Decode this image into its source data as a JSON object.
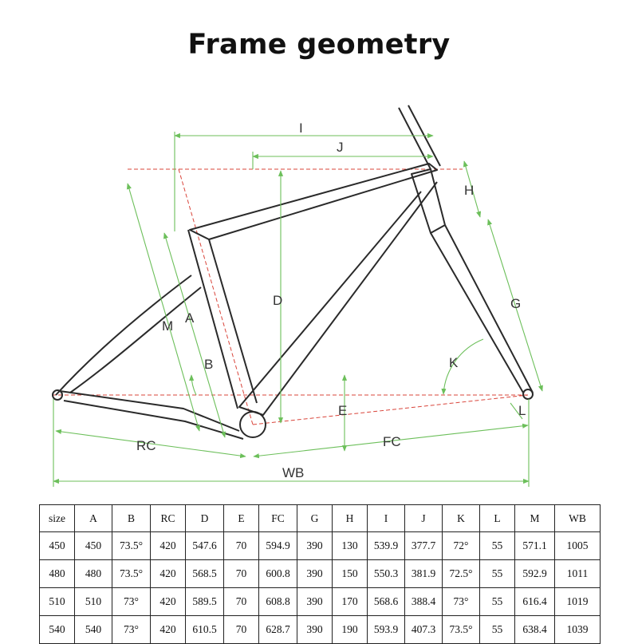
{
  "title": "Frame geometry",
  "dimension_labels": {
    "I": "I",
    "J": "J",
    "H": "H",
    "D": "D",
    "G": "G",
    "M": "M",
    "A": "A",
    "B": "B",
    "K": "K",
    "E": "E",
    "L": "L",
    "RC": "RC",
    "FC": "FC",
    "WB": "WB"
  },
  "colors": {
    "frame_line": "#2a2a2a",
    "dimension_line": "#6cbf5a",
    "reference_line": "#d9443a"
  },
  "table": {
    "headers": [
      "size",
      "A",
      "B",
      "RC",
      "D",
      "E",
      "FC",
      "G",
      "H",
      "I",
      "J",
      "K",
      "L",
      "M",
      "WB"
    ],
    "rows": [
      [
        "450",
        "450",
        "73.5°",
        "420",
        "547.6",
        "70",
        "594.9",
        "390",
        "130",
        "539.9",
        "377.7",
        "72°",
        "55",
        "571.1",
        "1005"
      ],
      [
        "480",
        "480",
        "73.5°",
        "420",
        "568.5",
        "70",
        "600.8",
        "390",
        "150",
        "550.3",
        "381.9",
        "72.5°",
        "55",
        "592.9",
        "1011"
      ],
      [
        "510",
        "510",
        "73°",
        "420",
        "589.5",
        "70",
        "608.8",
        "390",
        "170",
        "568.6",
        "388.4",
        "73°",
        "55",
        "616.4",
        "1019"
      ],
      [
        "540",
        "540",
        "73°",
        "420",
        "610.5",
        "70",
        "628.7",
        "390",
        "190",
        "593.9",
        "407.3",
        "73.5°",
        "55",
        "638.4",
        "1039"
      ]
    ]
  }
}
